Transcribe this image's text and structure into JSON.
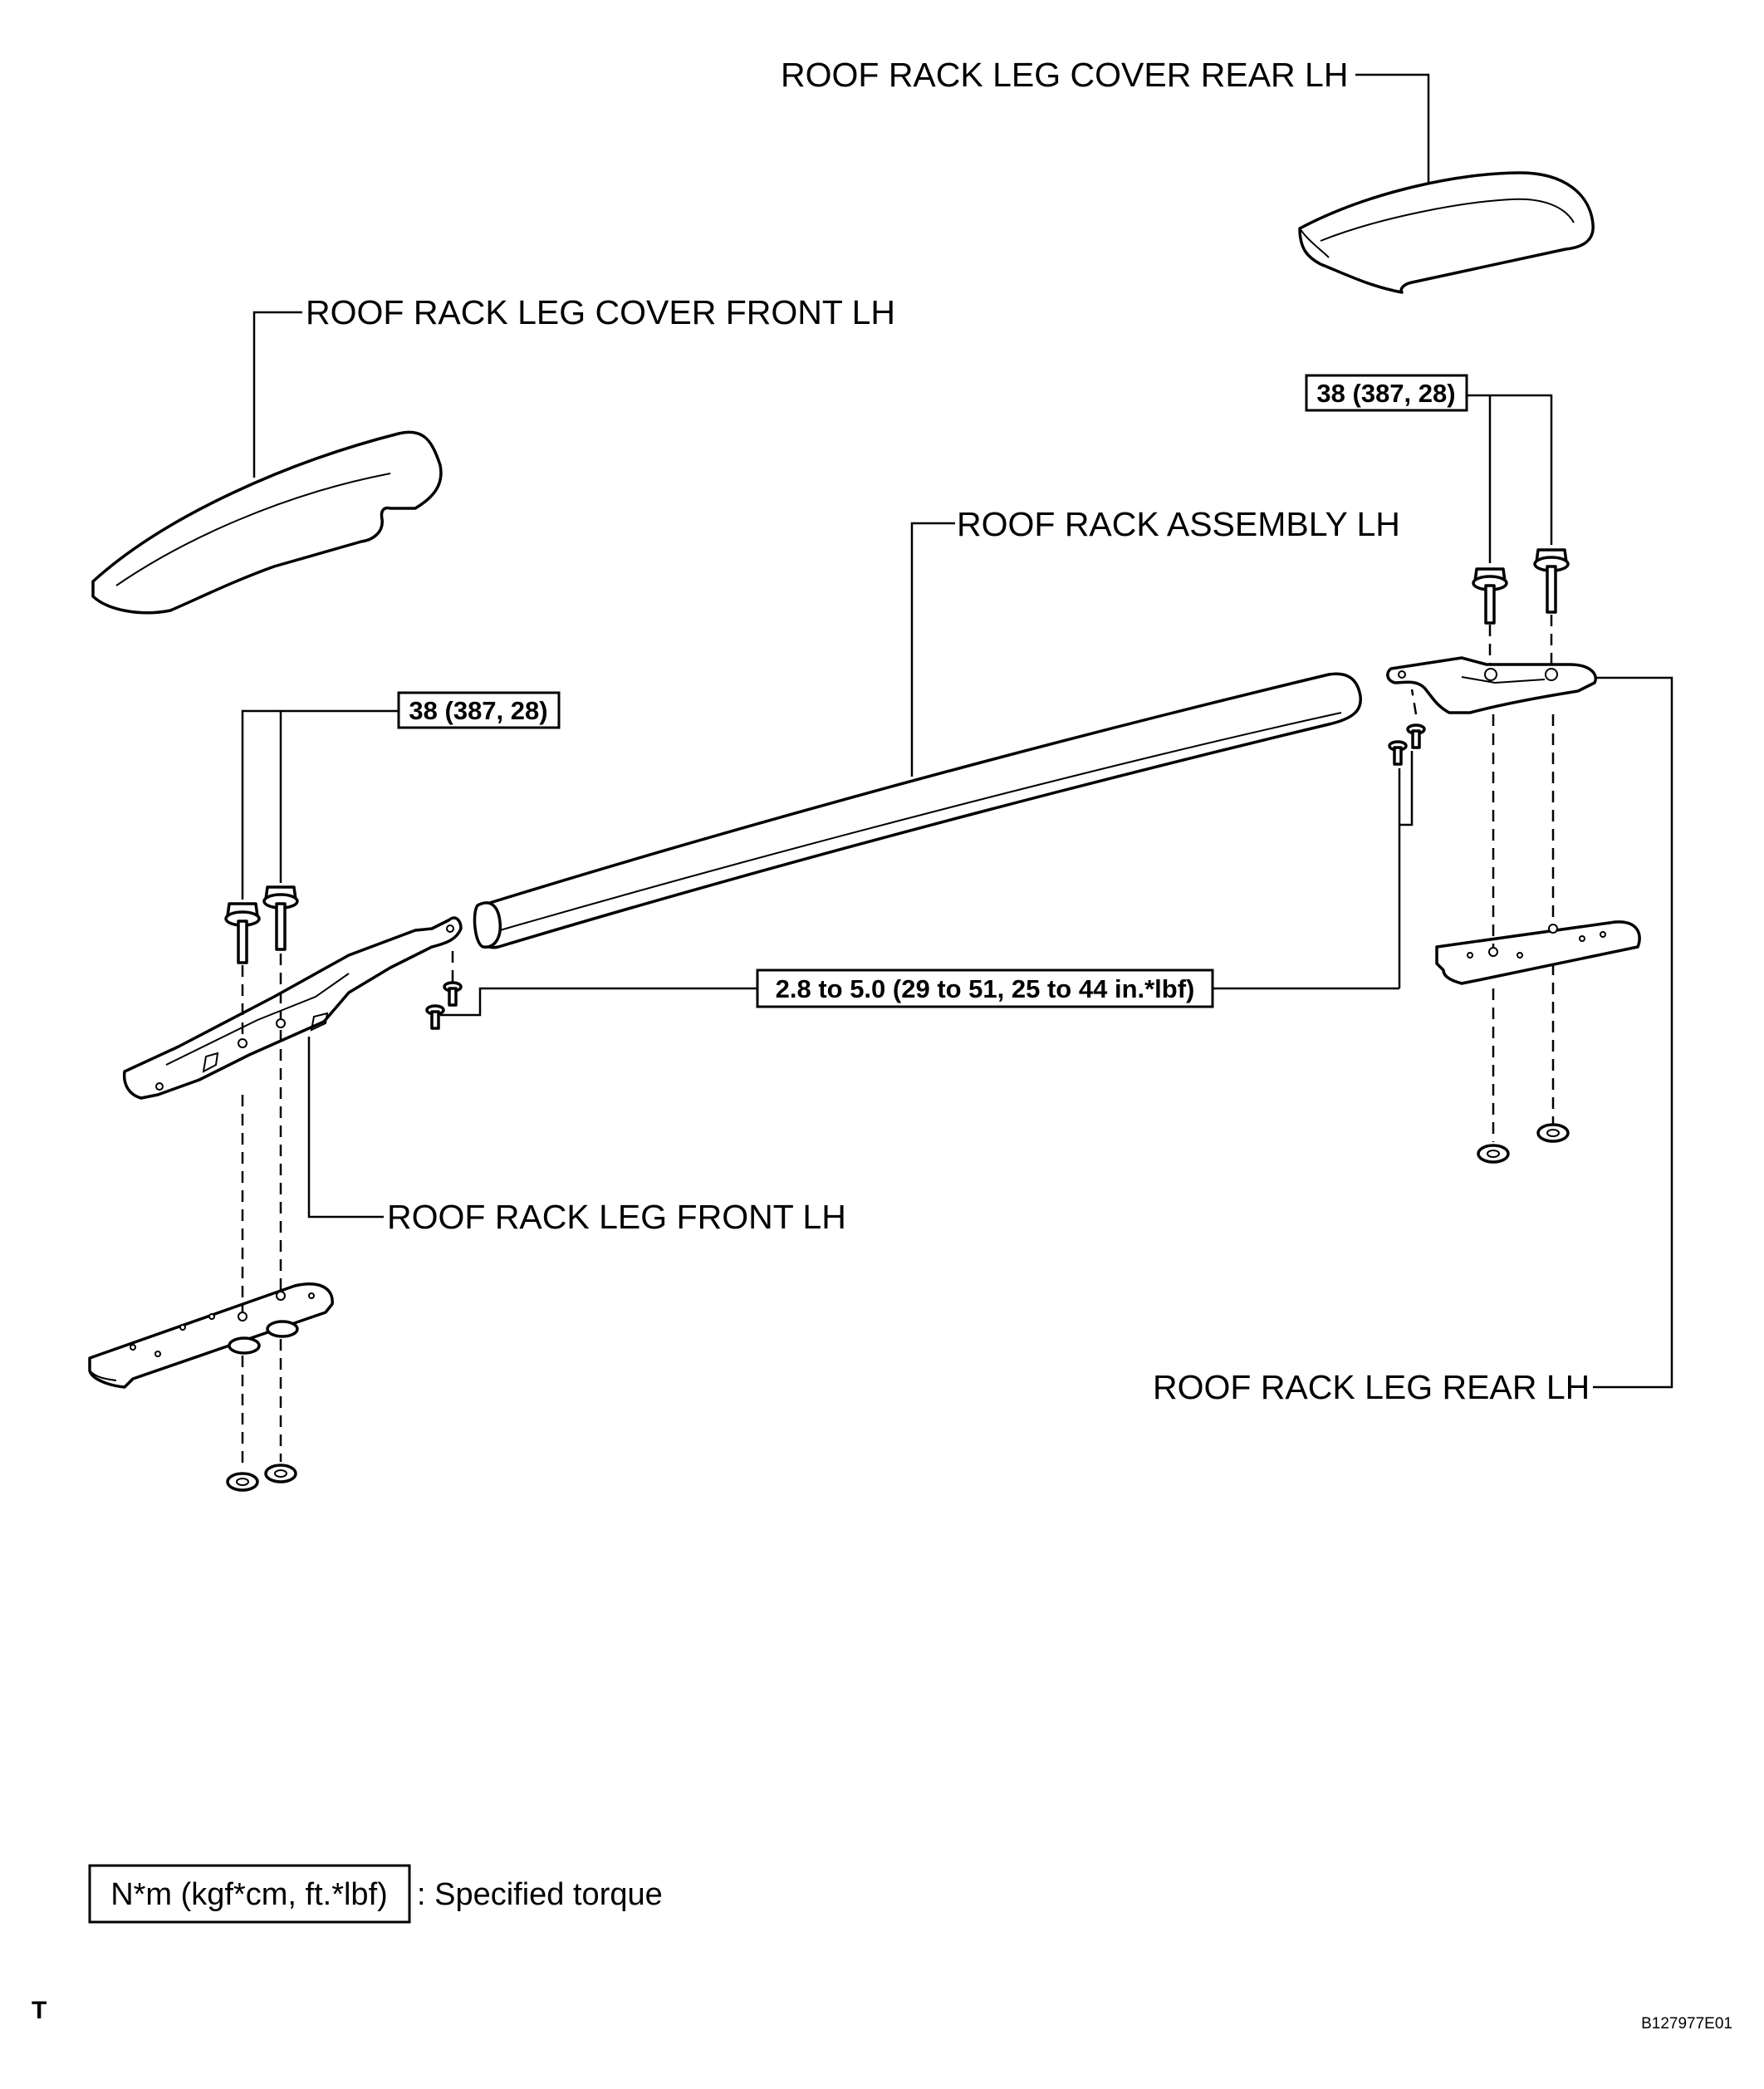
{
  "labels": {
    "cover_rear": "ROOF RACK LEG COVER REAR LH",
    "cover_front": "ROOF RACK LEG COVER FRONT LH",
    "assembly": "ROOF RACK ASSEMBLY LH",
    "leg_front": "ROOF RACK LEG FRONT LH",
    "leg_rear": "ROOF RACK LEG REAR LH"
  },
  "torque": {
    "rear_leg_bolts": "38 (387, 28)",
    "front_leg_bolts": "38 (387, 28)",
    "rack_screws": "2.8 to 5.0 (29 to 51, 25 to 44 in.*lbf)"
  },
  "legend": {
    "unit": "N*m (kgf*cm, ft.*lbf)",
    "meaning": ": Specified torque"
  },
  "corner_mark": "T",
  "figure_code": "B127977E01"
}
